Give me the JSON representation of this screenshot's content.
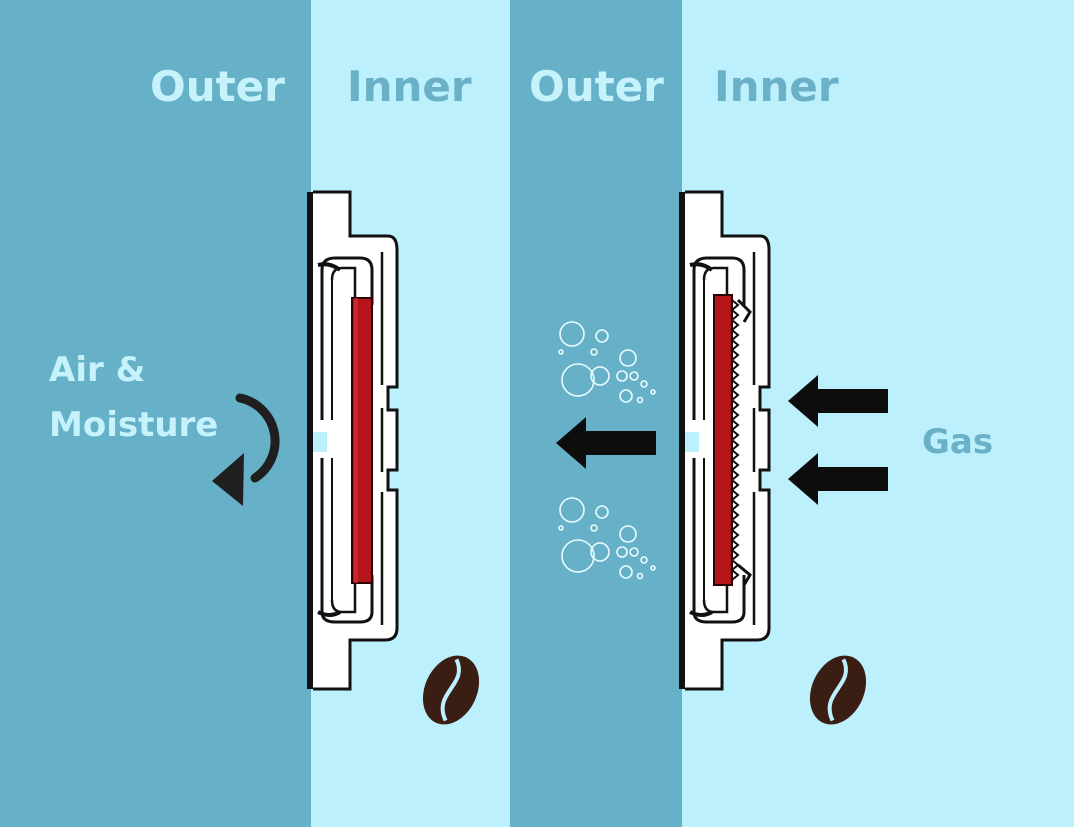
{
  "panels": [
    {
      "outer_label": "Outer",
      "inner_label": "Inner"
    },
    {
      "outer_label": "Outer",
      "inner_label": "Inner"
    }
  ],
  "annotations": {
    "air_moisture_line1": "Air &",
    "air_moisture_line2": "Moisture",
    "gas": "Gas"
  },
  "colors": {
    "outer": "#67b1c8",
    "inner": "#bcf0fd",
    "label_light": "#c6f2fc",
    "label_dark": "#6ab0c6",
    "valve_red": "#b3151b",
    "arrow": "#0d0d0d",
    "bean": "#3a1e14"
  },
  "icons": [
    "curved-arrow-icon",
    "left-arrow-icon",
    "coffee-bean-icon",
    "bubbles-icon"
  ]
}
